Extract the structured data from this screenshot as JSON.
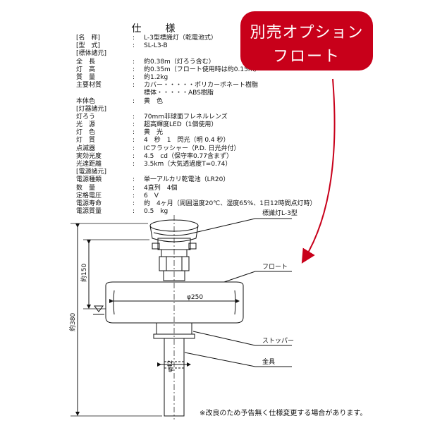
{
  "title": "仕　様",
  "specs": [
    {
      "key": "[名　称]",
      "sep": ":",
      "value": "L-3型標識灯（乾電池式）"
    },
    {
      "key": "[型　式]",
      "sep": ":",
      "value": "SL-L3-B"
    },
    {
      "key": "[標体諸元]",
      "sep": "",
      "value": ""
    },
    {
      "key": "全　長",
      "sep": ":",
      "value": "約0.38m（灯ろう含む）"
    },
    {
      "key": "灯　高",
      "sep": ":",
      "value": "約0.35m（フロート使用時は約0.15m）"
    },
    {
      "key": "質　量",
      "sep": ":",
      "value": "約1.2kg"
    },
    {
      "key": "主要材質",
      "sep": ":",
      "value": "カバー・・・・・ポリカーボネート樹脂"
    },
    {
      "key": "",
      "sep": "",
      "value": "標体・・・・・ABS樹脂"
    },
    {
      "key": "本体色",
      "sep": ":",
      "value": "黄　色"
    },
    {
      "key": "[灯器諸元]",
      "sep": "",
      "value": ""
    },
    {
      "key": "灯ろう",
      "sep": ":",
      "value": "70mm非球面フレネルレンズ"
    },
    {
      "key": "光　源",
      "sep": ":",
      "value": "超高輝度LED（1個使用）"
    },
    {
      "key": "灯　色",
      "sep": ":",
      "value": "黄　光"
    },
    {
      "key": "灯　質",
      "sep": ":",
      "value": "4　秒　1　閃光（明 0.4 秒）"
    },
    {
      "key": "点滅器",
      "sep": ":",
      "value": "ICフラッシャー（P.D. 日光弁付）"
    },
    {
      "key": "実効光度",
      "sep": ":",
      "value": "4.5　cd（保守率0.77含まず）"
    },
    {
      "key": "光達距離",
      "sep": ":",
      "value": "3.5km（大気透過度T=0.74）"
    },
    {
      "key": "[電源諸元]",
      "sep": "",
      "value": ""
    },
    {
      "key": "電源種類",
      "sep": ":",
      "value": "単一アルカリ乾電池（LR20）"
    },
    {
      "key": "数　量",
      "sep": ":",
      "value": "4直列　4個"
    },
    {
      "key": "定格電圧",
      "sep": ":",
      "value": "6　V"
    },
    {
      "key": "電源寿命",
      "sep": ":",
      "value": "約　4ヶ月（周囲温度20℃、湿度65%、1日12時間点灯時）"
    },
    {
      "key": "電源質量",
      "sep": ":",
      "value": "0.5　kg"
    }
  ],
  "badge": {
    "line1": "別売オプション",
    "line2": "フロート",
    "color": "#c8001a"
  },
  "drawing": {
    "label_lamp": "標識灯L-3型",
    "label_float": "フロート",
    "label_stopper": "ストッパー",
    "label_base": "金具",
    "dim_total": "約380",
    "dim_lamp": "約150",
    "dim_float_dia": "φ250",
    "dim_pipe_dia": "φ42"
  },
  "note": "※改良のため予告無く仕様変更する場合があります。",
  "colors": {
    "arrow": "#c8001a",
    "line": "#111111"
  }
}
